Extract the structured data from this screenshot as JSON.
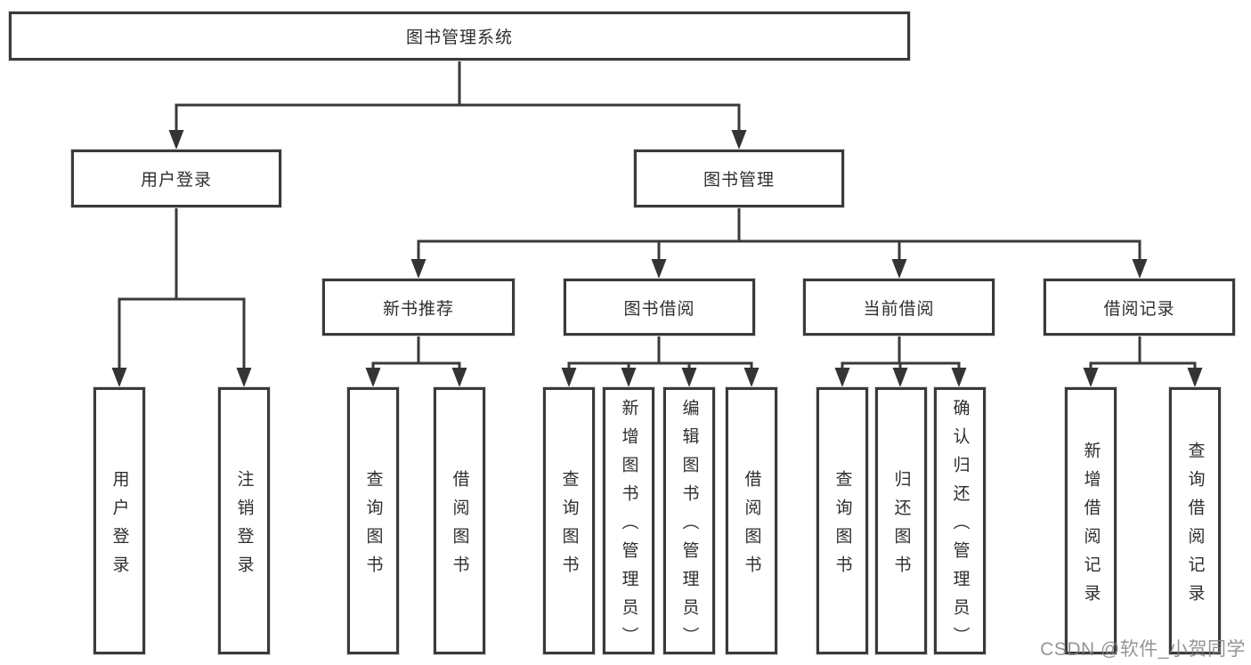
{
  "tree": {
    "root": {
      "label": "图书管理系统"
    },
    "branches": [
      {
        "label": "用户登录",
        "children": [
          "用户登录",
          "注销登录"
        ]
      },
      {
        "label": "图书管理",
        "subBranches": [
          {
            "label": "新书推荐",
            "children": [
              "查询图书",
              "借阅图书"
            ]
          },
          {
            "label": "图书借阅",
            "children": [
              "查询图书",
              "新增图书（管理员）",
              "编辑图书（管理员）",
              "借阅图书"
            ]
          },
          {
            "label": "当前借阅",
            "children": [
              "查询图书",
              "归还图书",
              "确认归还（管理员）"
            ]
          },
          {
            "label": "借阅记录",
            "children": [
              "新增借阅记录",
              "查询借阅记录"
            ]
          }
        ]
      }
    ]
  },
  "watermark": "CSDN @软件_小贺同学",
  "colors": {
    "line": "#3a3a3a",
    "box_border": "#3a3a3a",
    "text": "#2e2e2e",
    "background": "#ffffff",
    "watermark": "#828282"
  }
}
